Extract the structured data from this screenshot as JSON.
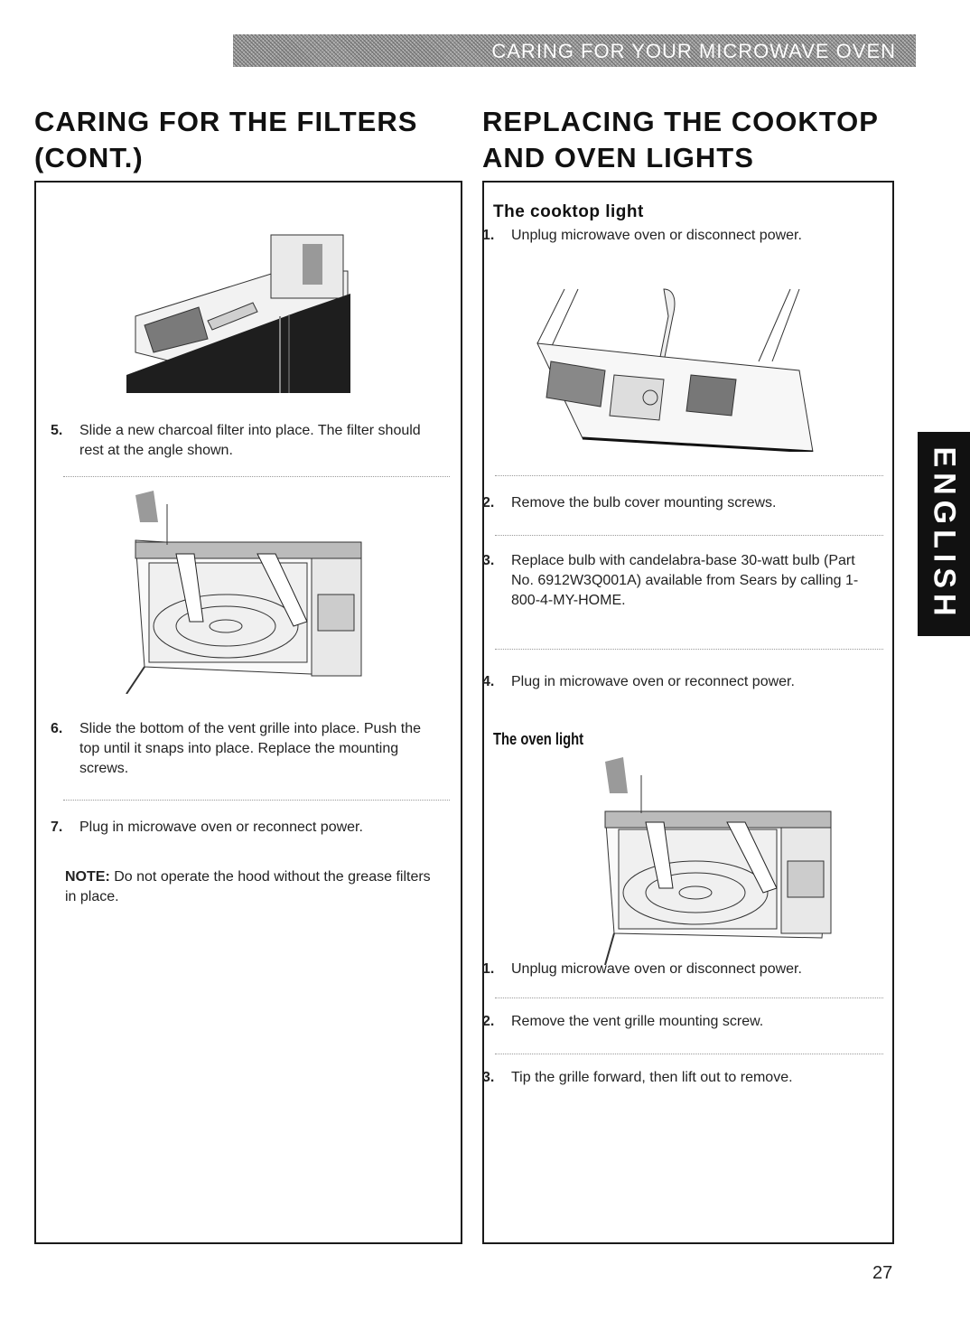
{
  "banner": {
    "text": "Caring for your microwave oven"
  },
  "left": {
    "heading_line1": "CARING FOR THE FILTERS",
    "heading_line2": "(CONT.)",
    "steps": [
      {
        "num": "5.",
        "text": "Slide a new charcoal filter into place. The filter should rest at the angle shown."
      },
      {
        "num": "6.",
        "text": "Slide the bottom of the vent grille into place. Push the top until it snaps into place. Replace the mounting screws."
      },
      {
        "num": "7.",
        "text": "Plug in microwave oven or reconnect power."
      }
    ],
    "note_label": "NOTE:",
    "note_text": " Do not operate the hood without the grease filters in place."
  },
  "right": {
    "heading_line1": "REPLACING THE COOKTOP",
    "heading_line2": "AND OVEN LIGHTS",
    "cooktop_title": "The cooktop light",
    "cooktop_steps": [
      {
        "num": "1.",
        "text": "Unplug microwave oven or disconnect power."
      },
      {
        "num": "2.",
        "text": "Remove the bulb cover mounting screws."
      },
      {
        "num": "3.",
        "text": "Replace bulb with candelabra-base 30-watt bulb (Part No. 6912W3Q001A) available from Sears by calling 1-800-4-MY-HOME."
      },
      {
        "num": "4.",
        "text": "Plug in microwave oven or reconnect power."
      }
    ],
    "oven_title": "The oven light",
    "oven_steps": [
      {
        "num": "1.",
        "text": "Unplug microwave oven or disconnect power."
      },
      {
        "num": "2.",
        "text": "Remove the vent grille mounting screw."
      },
      {
        "num": "3.",
        "text": "Tip the grille forward, then lift out to remove."
      }
    ]
  },
  "side_tab": {
    "label": "ENGLISH",
    "color": "#111111"
  },
  "page_number": "27"
}
